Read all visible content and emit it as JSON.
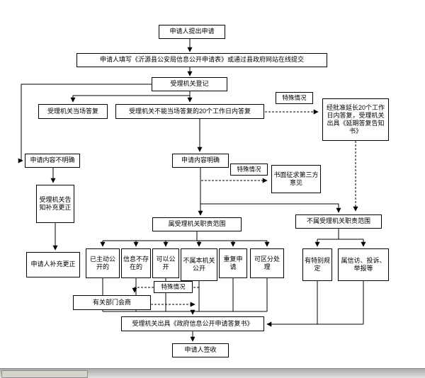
{
  "diagram_type": "flowchart",
  "colors": {
    "line": "#000000",
    "box_border": "#000000",
    "box_fill": "#ffffff",
    "scrollbar_track": "#c0c0c0"
  },
  "nodes": {
    "submit": {
      "label": "申请人提出申请"
    },
    "fill_form": {
      "label": "申请人填写《沂源县公安局信息公开申请表》或通过县政府网站在线提交"
    },
    "register": {
      "label": "受理机关登记"
    },
    "onspot_reply": {
      "label": "受理机关当场答复"
    },
    "cannot_onspot": {
      "label": "受理机关不能当场答复的20个工作日内答复"
    },
    "special_case_1": {
      "label": "特殊情况"
    },
    "extend_reply": {
      "label": "经批准延长20个工作日内答复，受理机关出具《延期答复告知书》"
    },
    "content_unclear": {
      "label": "申请内容不明确"
    },
    "content_clear": {
      "label": "申请内容明确"
    },
    "special_case_2": {
      "label": "特殊情况"
    },
    "third_party": {
      "label": "书面征求第三方意见"
    },
    "notify_supplement": {
      "label": "受理机关告知补充更正"
    },
    "in_scope": {
      "label": "属受理机关职责范围"
    },
    "not_in_scope": {
      "label": "不属受理机关职责范围"
    },
    "applicant_supplement": {
      "label": "申请人补充更正"
    },
    "already_public": {
      "label": "已主动公开的"
    },
    "info_not_exist": {
      "label": "信息不存在的"
    },
    "can_public": {
      "label": "可以公开"
    },
    "not_this_organ": {
      "label": "不属本机关公开"
    },
    "repeat_apply": {
      "label": "重复申请"
    },
    "separable": {
      "label": "可区分处理"
    },
    "special_rule": {
      "label": "有特别规定"
    },
    "petition": {
      "label": "属信访、投诉、举报等"
    },
    "special_case_3": {
      "label": "特殊情况"
    },
    "consult": {
      "label": "有关部门会商"
    },
    "issue_reply": {
      "label": "受理机关出具《政府信息公开申请答复书》"
    },
    "sign": {
      "label": "申请人签收"
    }
  }
}
